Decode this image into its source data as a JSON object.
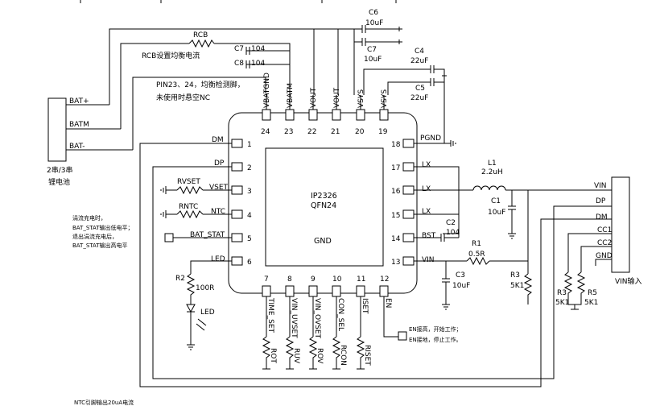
{
  "battery": {
    "pins": [
      "BAT+",
      "BATM",
      "BAT-"
    ],
    "label_line1": "2串/3串",
    "label_line2": "锂电池"
  },
  "rcb": {
    "ref": "RCB",
    "note": "RCB设置均衡电流"
  },
  "caps": {
    "c6": {
      "ref": "C6",
      "value": "10uF"
    },
    "c7": {
      "ref": "C7",
      "value": "10uF"
    },
    "c7_small": {
      "ref": "C7",
      "value": "104"
    },
    "c8": {
      "ref": "C8",
      "value": "104"
    },
    "c4": {
      "ref": "C4",
      "value": "22uF"
    },
    "c5": {
      "ref": "C5",
      "value": "22uF"
    },
    "c1": {
      "ref": "C1",
      "value": "10uF"
    },
    "c2": {
      "ref": "C2",
      "value": "104"
    },
    "c3": {
      "ref": "C3",
      "value": "10uF"
    }
  },
  "pin_note": {
    "line1": "PIN23、24，均衡检测脚，",
    "line2": "未使用时悬空NC"
  },
  "chip": {
    "name": "IP2326",
    "package": "QFN24",
    "gnd": "GND",
    "top_pins": [
      {
        "num": "24",
        "name": "VBATGND"
      },
      {
        "num": "23",
        "name": "VBATM"
      },
      {
        "num": "22",
        "name": "VOUT"
      },
      {
        "num": "21",
        "name": "VOUT"
      },
      {
        "num": "20",
        "name": "VSYS"
      },
      {
        "num": "19",
        "name": "VSYS"
      }
    ],
    "left_pins": [
      {
        "num": "1",
        "name": "DM"
      },
      {
        "num": "2",
        "name": "DP"
      },
      {
        "num": "3",
        "name": "VSET"
      },
      {
        "num": "4",
        "name": "NTC"
      },
      {
        "num": "5",
        "name": "BAT_STAT"
      },
      {
        "num": "6",
        "name": "LED"
      }
    ],
    "right_pins": [
      {
        "num": "18",
        "name": "PGND"
      },
      {
        "num": "17",
        "name": "LX"
      },
      {
        "num": "16",
        "name": "LX"
      },
      {
        "num": "15",
        "name": "LX"
      },
      {
        "num": "14",
        "name": "BST"
      },
      {
        "num": "13",
        "name": "VIN"
      }
    ],
    "bottom_pins": [
      {
        "num": "7",
        "name": "TIME_SET"
      },
      {
        "num": "8",
        "name": "VIN_UVSET"
      },
      {
        "num": "9",
        "name": "VIN_OVSET"
      },
      {
        "num": "10",
        "name": "CON_SEL"
      },
      {
        "num": "11",
        "name": "ISET"
      },
      {
        "num": "12",
        "name": "EN"
      }
    ]
  },
  "resistors": {
    "rvset": "RVSET",
    "rntc": "RNTC",
    "r2": {
      "ref": "R2",
      "value": "100R"
    },
    "r1": {
      "ref": "R1",
      "value": "0.5R"
    },
    "r3_right": {
      "ref": "R3",
      "value": "5K1"
    },
    "r3": {
      "ref": "R3",
      "value": "5K1"
    },
    "r5": {
      "ref": "R5",
      "value": "5K1"
    },
    "bottom": [
      "ROT",
      "RUV",
      "ROV",
      "RCON",
      "RISET"
    ]
  },
  "led": "LED",
  "inductor": {
    "ref": "L1",
    "value": "2.2uH"
  },
  "stat_note": [
    "涓流充电时，",
    "BAT_STAT输出低电平；",
    "退出涓流充电后，",
    "BAT_STAT输出高电平"
  ],
  "en_note": [
    "EN接高，开始工作；",
    "EN接地，停止工作。"
  ],
  "vin_connector": {
    "pins": [
      "VIN",
      "DP",
      "DM",
      "CC1",
      "CC2",
      "GND"
    ],
    "label": "VIN输入"
  },
  "bottom_note": "NTC引脚输出20uA电流"
}
